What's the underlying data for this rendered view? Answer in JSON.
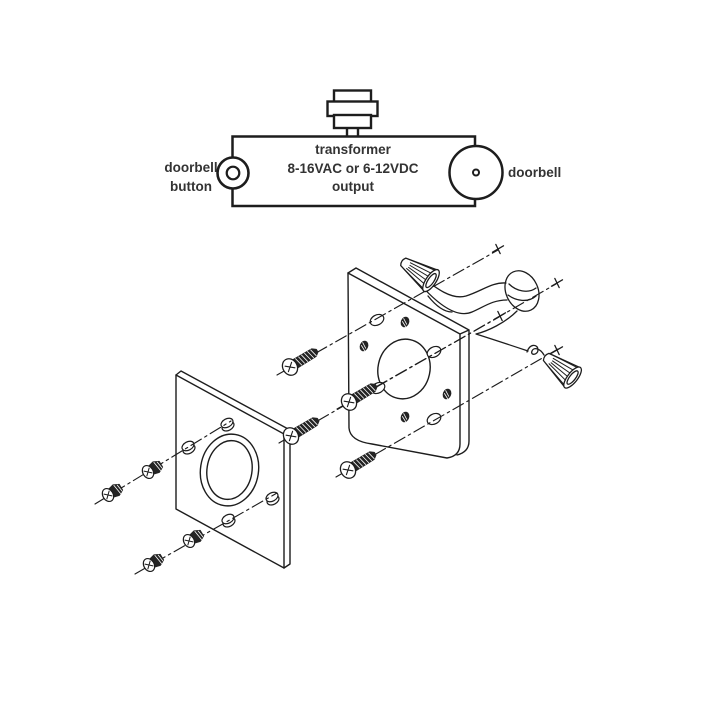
{
  "schematic": {
    "doorbell_button_label_lines": [
      "doorbell",
      "button"
    ],
    "transformer_label_lines": [
      "transformer",
      "8-16VAC or 6-12VDC",
      "output"
    ],
    "doorbell_label": "doorbell"
  },
  "colors": {
    "line": "#1d1d1d",
    "text": "#333333",
    "background": "#ffffff"
  }
}
